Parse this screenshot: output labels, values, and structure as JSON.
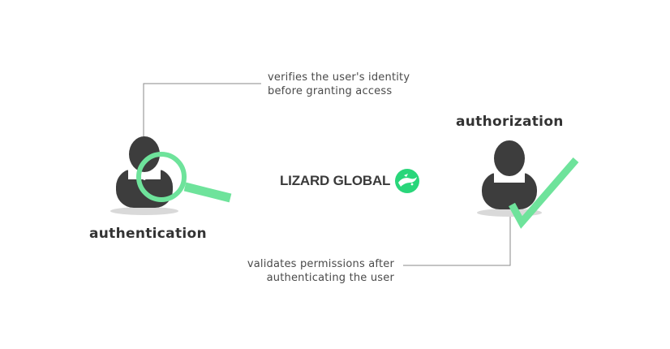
{
  "authentication": {
    "heading": "authentication",
    "description_line1": "verifies the user's identity",
    "description_line2": "before granting access"
  },
  "authorization": {
    "heading": "authorization",
    "description_line1": "validates permissions after",
    "description_line2": "authenticating the user"
  },
  "brand": {
    "name": "LIZARD GLOBAL",
    "logo_icon": "lizard-logo-icon"
  },
  "colors": {
    "accent": "#6ee39b",
    "person": "#3d3d3d",
    "shadow": "#d0d0d0",
    "connector": "#8a8a8a",
    "text": "#4a4a4a",
    "brand_logo": "#29d67a"
  }
}
